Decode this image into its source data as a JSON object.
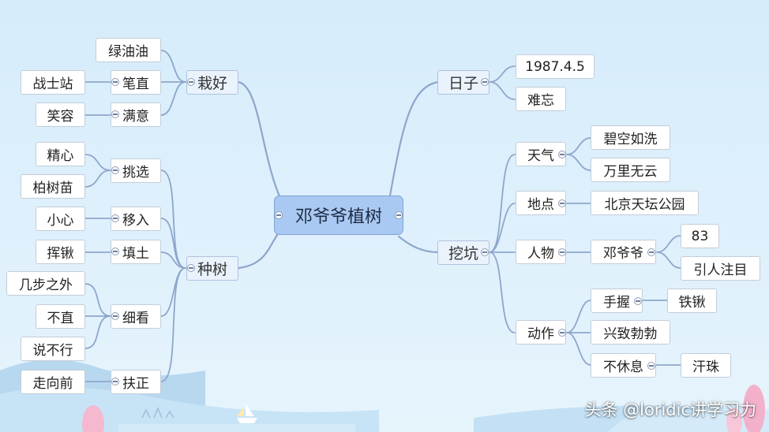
{
  "central": "邓爷爷植树",
  "branches": {
    "zaihao": {
      "label": "栽好",
      "children": [
        "绿油油",
        "笔直",
        "满意"
      ],
      "grand": {
        "bizhi": "战士站",
        "manyi": "笑容"
      }
    },
    "zhongshu": {
      "label": "种树",
      "children": [
        "挑选",
        "移入",
        "填土",
        "细看",
        "扶正"
      ],
      "grand": {
        "tiaoxuan": [
          "精心",
          "柏树苗"
        ],
        "yiru": "小心",
        "tiantu": "挥锹",
        "xikan": [
          "几步之外",
          "不直",
          "说不行"
        ],
        "fuzheng": "走向前"
      }
    },
    "rizi": {
      "label": "日子",
      "children": [
        "1987.4.5",
        "难忘"
      ]
    },
    "wakeng": {
      "label": "挖坑",
      "children": [
        "天气",
        "地点",
        "人物",
        "动作"
      ],
      "tianqi": [
        "碧空如洗",
        "万里无云"
      ],
      "didian": "北京天坛公园",
      "renwu": {
        "label": "邓爷爷",
        "children": [
          "83",
          "引人注目"
        ]
      },
      "dongzuo": {
        "shouwo": "手握",
        "tieqiao": "铁锹",
        "xingzhi": "兴致勃勃",
        "buxiuxi": "不休息",
        "hanzhu": "汗珠"
      }
    }
  },
  "watermark": "头条 @loridic讲学习力",
  "colors": {
    "background": "#d9edfa",
    "connector": "#8ea6cc",
    "central_fill": "#a9c9f2"
  }
}
